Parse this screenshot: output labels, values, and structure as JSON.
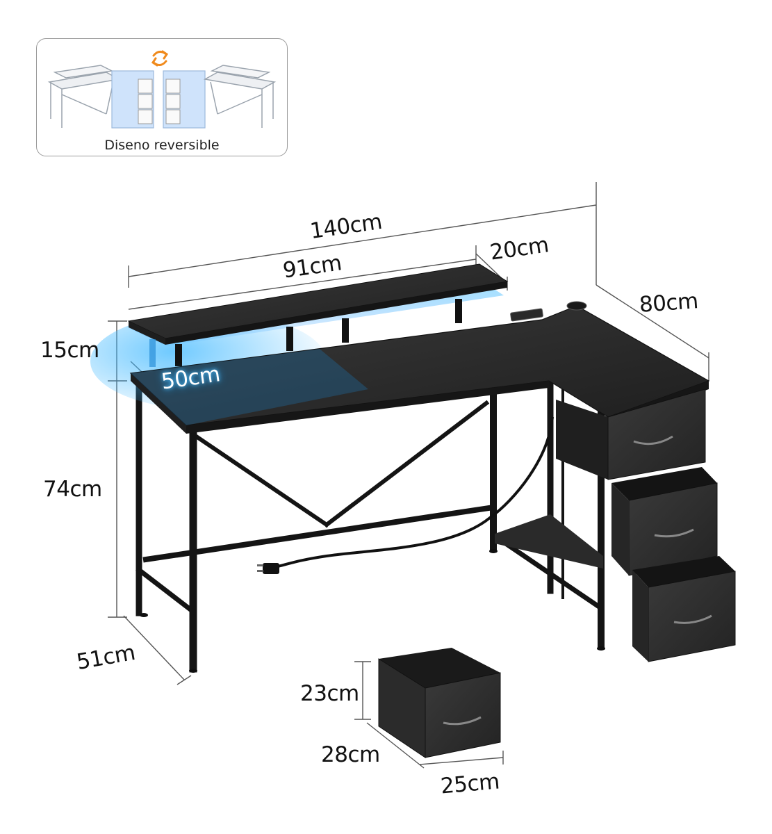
{
  "inset": {
    "caption": "Diseno reversible",
    "swap_icon": "swap-arrows-icon"
  },
  "dimensions": {
    "total_width": "140cm",
    "shelf_width": "91cm",
    "shelf_depth": "20cm",
    "side_depth": "80cm",
    "shelf_height": "15cm",
    "desk_depth": "50cm",
    "desk_height": "74cm",
    "leg_depth": "51cm",
    "drawer_height": "23cm",
    "drawer_depth": "28cm",
    "drawer_width": "25cm"
  },
  "colors": {
    "desk": "#2b2b2b",
    "led": "#38b6ff",
    "frame": "#1a1a1a",
    "fabric": "#2f2f2f"
  }
}
